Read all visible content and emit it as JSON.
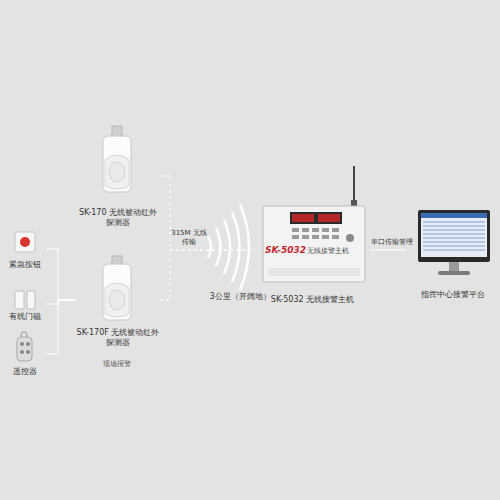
{
  "diagram": {
    "nodes": [
      {
        "text": [
          "SK-170 无线被动红外探测器"
        ]
      },
      {
        "text": [
          "SK-170F 无线被动红外探测器"
        ]
      },
      {
        "text": [
          "紧急按钮"
        ]
      },
      {
        "text": [
          "有线门磁"
        ]
      },
      {
        "text": [
          "遥控器"
        ]
      },
      {
        "text": [
          "SK-5032",
          "无线接警主机",
          "SK-5032 无线接警主机"
        ]
      },
      {
        "text": [
          "指挥中心接警平台"
        ]
      }
    ],
    "edges": [
      {
        "from": 0,
        "to": 5,
        "arrow": "none",
        "label": "315M 无线传输"
      },
      {
        "from": 1,
        "to": 5,
        "arrow": "none"
      },
      {
        "from": 2,
        "to": 1,
        "arrow": "none"
      },
      {
        "from": 3,
        "to": 1,
        "arrow": "none"
      },
      {
        "from": 4,
        "to": 1,
        "arrow": "none"
      },
      {
        "from": 5,
        "to": 6,
        "arrow": "none",
        "label": "串口传输管理"
      }
    ],
    "labels": [
      "3公里（开阔地）",
      "现场报警"
    ]
  }
}
